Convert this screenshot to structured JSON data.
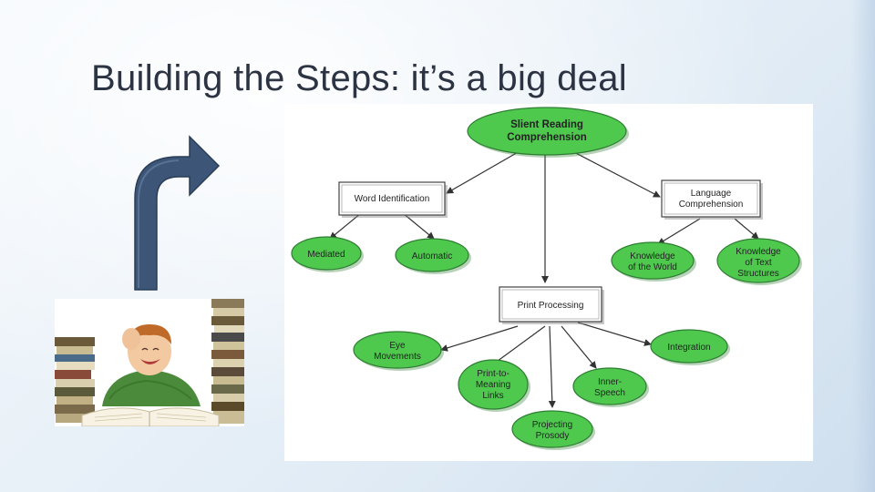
{
  "slide": {
    "title": "Building the Steps: it’s a big deal"
  },
  "decor": {
    "arrow_icon": "turn-up-right-arrow",
    "arrow_color": "#3d5677",
    "photo": "boy-laughing-reading-book-with-book-stacks"
  },
  "diagram": {
    "nodes": {
      "silent_reading": [
        "Slient Reading",
        "Comprehension"
      ],
      "word_identification": [
        "Word Identification"
      ],
      "language_comprehension": [
        "Language",
        "Comprehension"
      ],
      "mediated": [
        "Mediated"
      ],
      "automatic": [
        "Automatic"
      ],
      "knowledge_world": [
        "Knowledge",
        "of the World"
      ],
      "knowledge_text": [
        "Knowledge",
        "of Text",
        "Structures"
      ],
      "print_processing": [
        "Print Processing"
      ],
      "eye_movements": [
        "Eye",
        "Movements"
      ],
      "integration": [
        "Integration"
      ],
      "print_to_meaning": [
        "Print-to-",
        "Meaning",
        "Links"
      ],
      "inner_speech": [
        "Inner-",
        "Speech"
      ],
      "projecting_prosody": [
        "Projecting",
        "Prosody"
      ]
    },
    "colors": {
      "ellipse_fill": "#4ec94e",
      "ellipse_stroke": "#2e7d32",
      "box_fill": "#ffffff",
      "box_stroke": "#444444",
      "arrow": "#333333"
    }
  }
}
